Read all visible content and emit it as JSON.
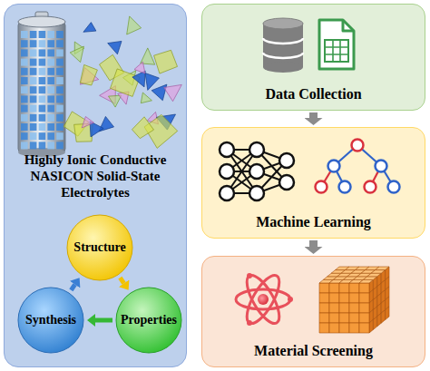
{
  "diagram": {
    "nodes": [
      {
        "text": [
          "Highly Ionic Conductive NASICON Solid-State Electrolytes"
        ]
      },
      {
        "text": [
          "Structure"
        ],
        "in": 0
      },
      {
        "text": [
          "Synthesis"
        ],
        "in": 0
      },
      {
        "text": [
          "Properties"
        ],
        "in": 0
      },
      {
        "text": [
          "Data Collection"
        ]
      },
      {
        "text": [
          "Machine Learning"
        ]
      },
      {
        "text": [
          "Material Screening"
        ]
      }
    ],
    "edges": [
      {
        "from": 2,
        "to": 1,
        "arrow": "to"
      },
      {
        "from": 1,
        "to": 3,
        "arrow": "to"
      },
      {
        "from": 3,
        "to": 2,
        "arrow": "to"
      },
      {
        "from": 4,
        "to": 5,
        "arrow": "to"
      },
      {
        "from": 5,
        "to": 6,
        "arrow": "to"
      }
    ]
  }
}
